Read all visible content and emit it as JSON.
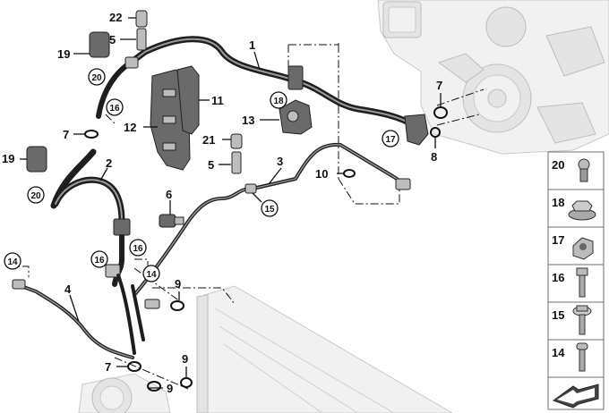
{
  "callouts": {
    "c1": "1",
    "c2": "2",
    "c3": "3",
    "c4": "4",
    "c5a": "5",
    "c5b": "5",
    "c6": "6",
    "c7a": "7",
    "c7b": "7",
    "c7c": "7",
    "c8": "8",
    "c9a": "9",
    "c9b": "9",
    "c9c": "9",
    "c10": "10",
    "c11": "11",
    "c12": "12",
    "c13": "13",
    "c14a": "14",
    "c14b": "14",
    "c15": "15",
    "c16a": "16",
    "c16b": "16",
    "c16c": "16",
    "c17": "17",
    "c18": "18",
    "c19a": "19",
    "c19b": "19",
    "c20a": "20",
    "c20b": "20",
    "c21": "21",
    "c22": "22"
  },
  "legend": {
    "items": [
      {
        "label": "20",
        "icon": "ball-stud-icon"
      },
      {
        "label": "18",
        "icon": "flange-nut-icon"
      },
      {
        "label": "17",
        "icon": "hex-nut-icon"
      },
      {
        "label": "16",
        "icon": "hex-bolt-icon"
      },
      {
        "label": "15",
        "icon": "collar-bolt-icon"
      },
      {
        "label": "14",
        "icon": "torx-bolt-icon"
      }
    ],
    "footer_icon": "navigation-arrow-icon"
  }
}
